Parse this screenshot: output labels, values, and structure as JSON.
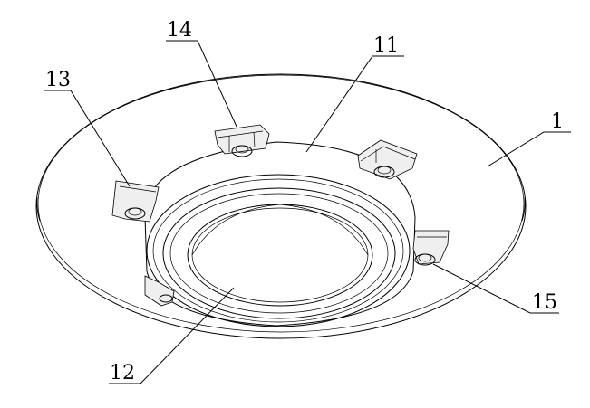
{
  "labels": {
    "l1": "1",
    "l11": "11",
    "l12": "12",
    "l13": "13",
    "l14": "14",
    "l15": "15"
  }
}
